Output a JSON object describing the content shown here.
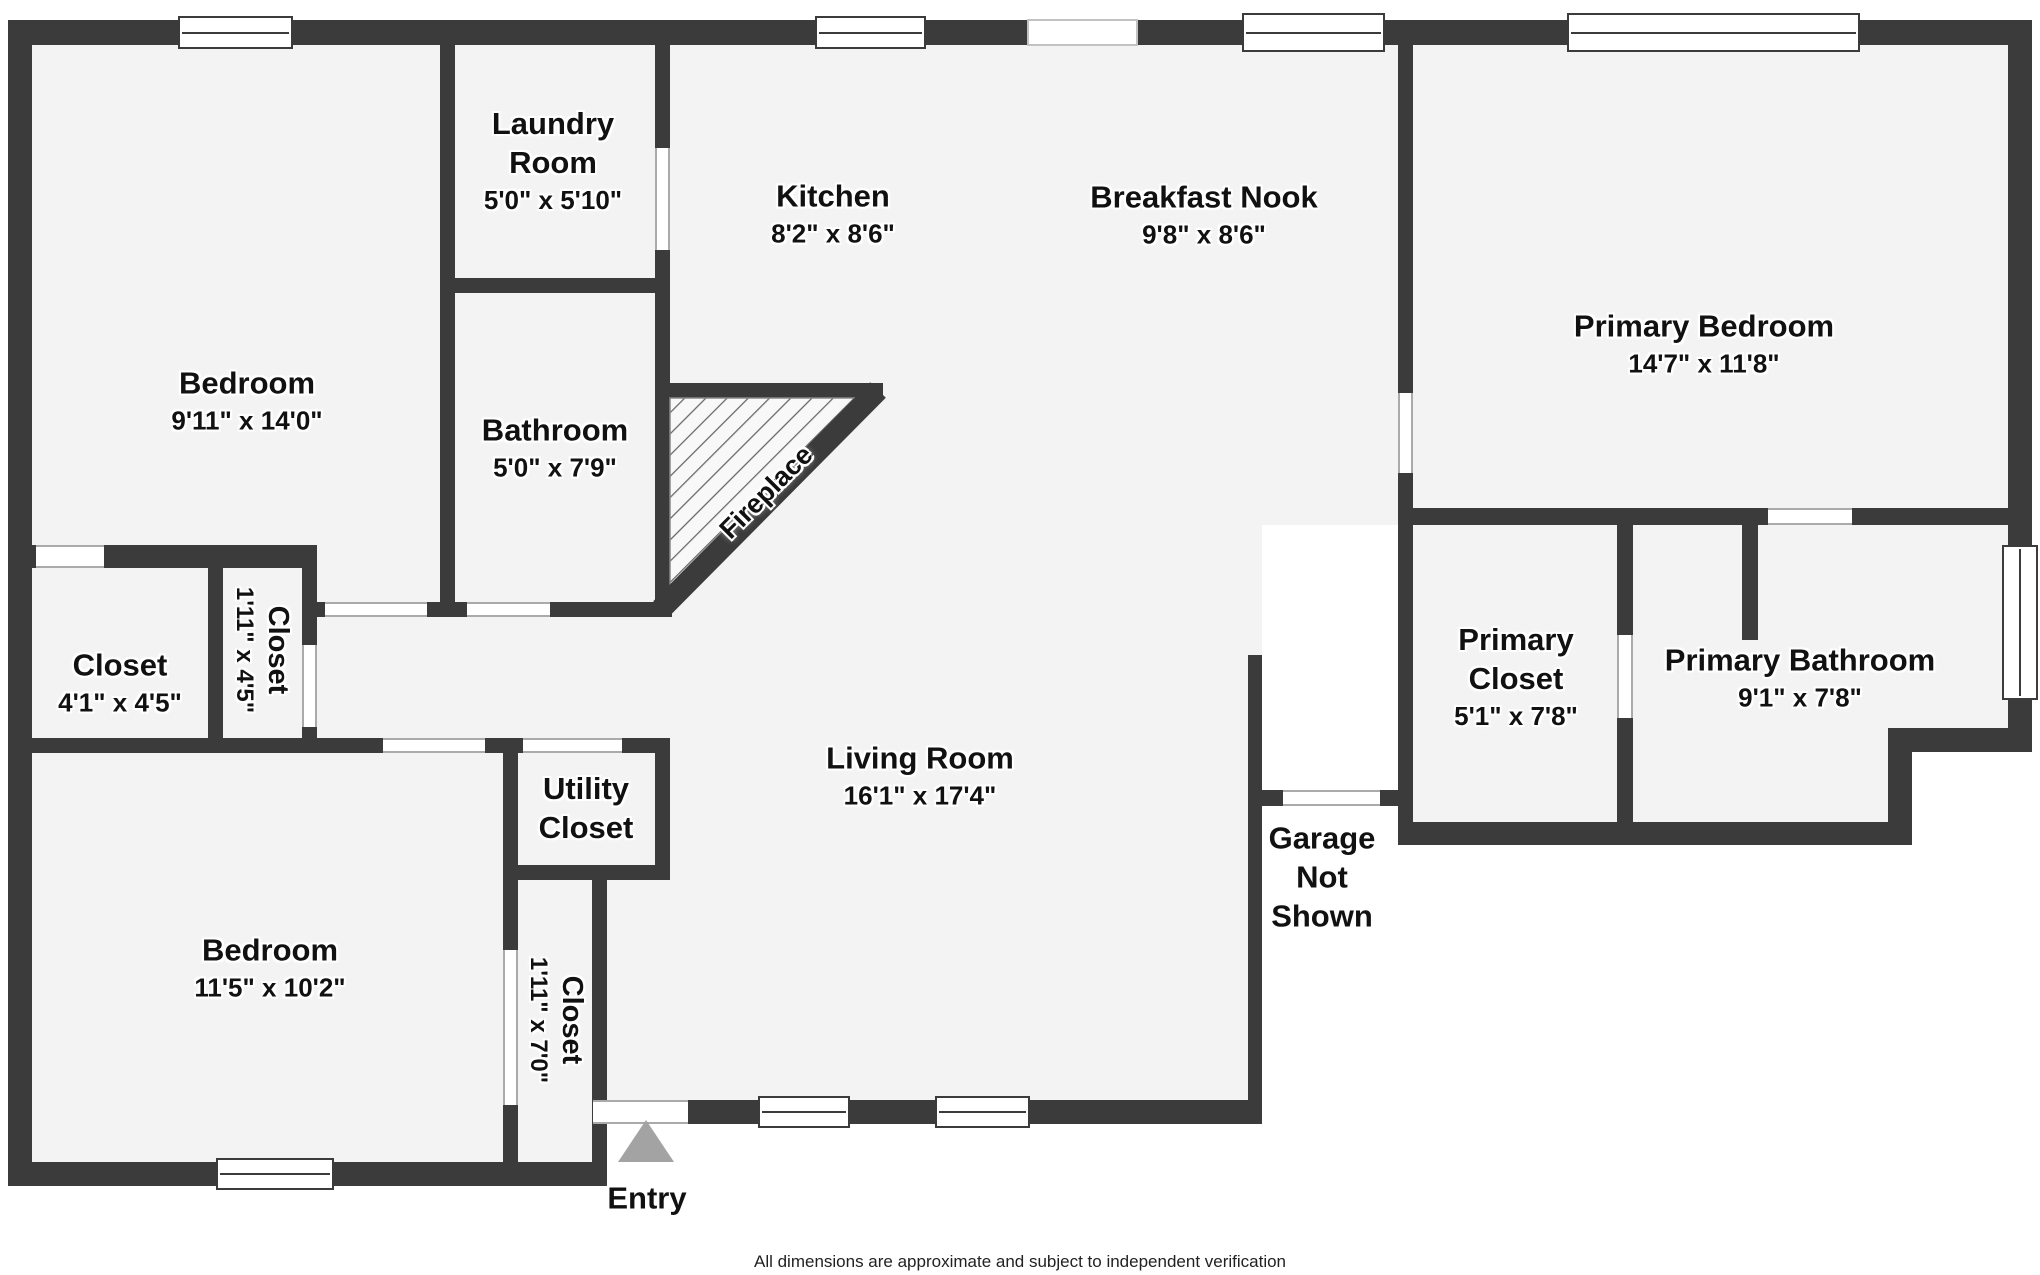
{
  "labels": {
    "bedroom_top": {
      "name": "Bedroom",
      "dims": "9'11\" x 14'0\""
    },
    "laundry": {
      "name1": "Laundry",
      "name2": "Room",
      "dims": "5'0\" x 5'10\""
    },
    "kitchen": {
      "name": "Kitchen",
      "dims": "8'2\" x 8'6\""
    },
    "breakfast_nook": {
      "name": "Breakfast Nook",
      "dims": "9'8\" x 8'6\""
    },
    "primary_bedroom": {
      "name": "Primary Bedroom",
      "dims": "14'7\" x 11'8\""
    },
    "bathroom": {
      "name": "Bathroom",
      "dims": "5'0\" x 7'9\""
    },
    "fireplace": {
      "name": "Fireplace"
    },
    "closet_left": {
      "name": "Closet",
      "dims": "4'1\" x 4'5\""
    },
    "closet_hall": {
      "name": "Closet",
      "dims": "1'11\" x 4'5\""
    },
    "living_room": {
      "name": "Living Room",
      "dims": "16'1\" x 17'4\""
    },
    "utility_closet": {
      "name1": "Utility",
      "name2": "Closet"
    },
    "garage": {
      "line1": "Garage",
      "line2": "Not",
      "line3": "Shown"
    },
    "primary_closet": {
      "name1": "Primary",
      "name2": "Closet",
      "dims": "5'1\" x 7'8\""
    },
    "primary_bathroom": {
      "name": "Primary Bathroom",
      "dims": "9'1\" x 7'8\""
    },
    "bedroom_bottom": {
      "name": "Bedroom",
      "dims": "11'5\" x 10'2\""
    },
    "closet_bottom": {
      "name": "Closet",
      "dims": "1'11\" x 7'0\""
    },
    "entry": {
      "name": "Entry"
    }
  },
  "footer": {
    "disclaimer": "All dimensions are approximate and subject to independent verification"
  },
  "colors": {
    "wall": "#3b3b3b",
    "floor": "#f3f3f3",
    "hatch_bg": "#f8f8f8",
    "entry_arrow": "#a3a3a3",
    "text": "#111111"
  }
}
